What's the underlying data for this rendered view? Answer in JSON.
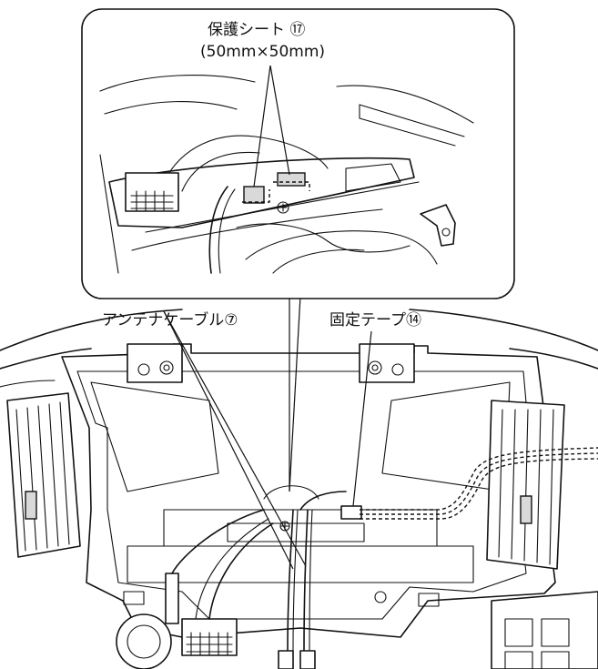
{
  "labels": {
    "protection_sheet_line1": "保護シート ⑰",
    "protection_sheet_line2": "(50mm×50mm)",
    "antenna_cable": "アンテナケーブル⑦",
    "fixing_tape": "固定テープ⑭"
  }
}
